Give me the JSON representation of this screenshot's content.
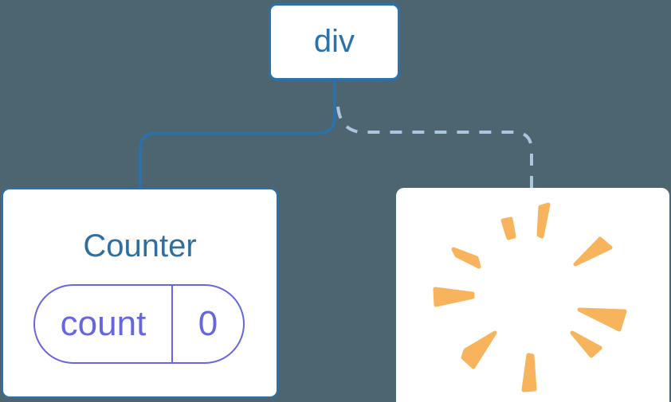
{
  "diagram": {
    "root_node": {
      "label": "div"
    },
    "counter_card": {
      "title": "Counter",
      "state_pill": {
        "key": "count",
        "value": "0"
      }
    },
    "poof_card": {
      "icon": "poof-burst-icon"
    },
    "connections": [
      {
        "from": "div",
        "to": "Counter",
        "style": "solid"
      },
      {
        "from": "div",
        "to": "poof",
        "style": "dashed"
      }
    ],
    "colors": {
      "background": "#4C6570",
      "node_blue": "#2B72AD",
      "counter_title_blue": "#2F6F9D",
      "state_purple": "#6667E0",
      "dashed_line_blue": "#A9C6E0",
      "poof_orange": "#F8B45C",
      "card_background": "#FFFFFF"
    }
  }
}
